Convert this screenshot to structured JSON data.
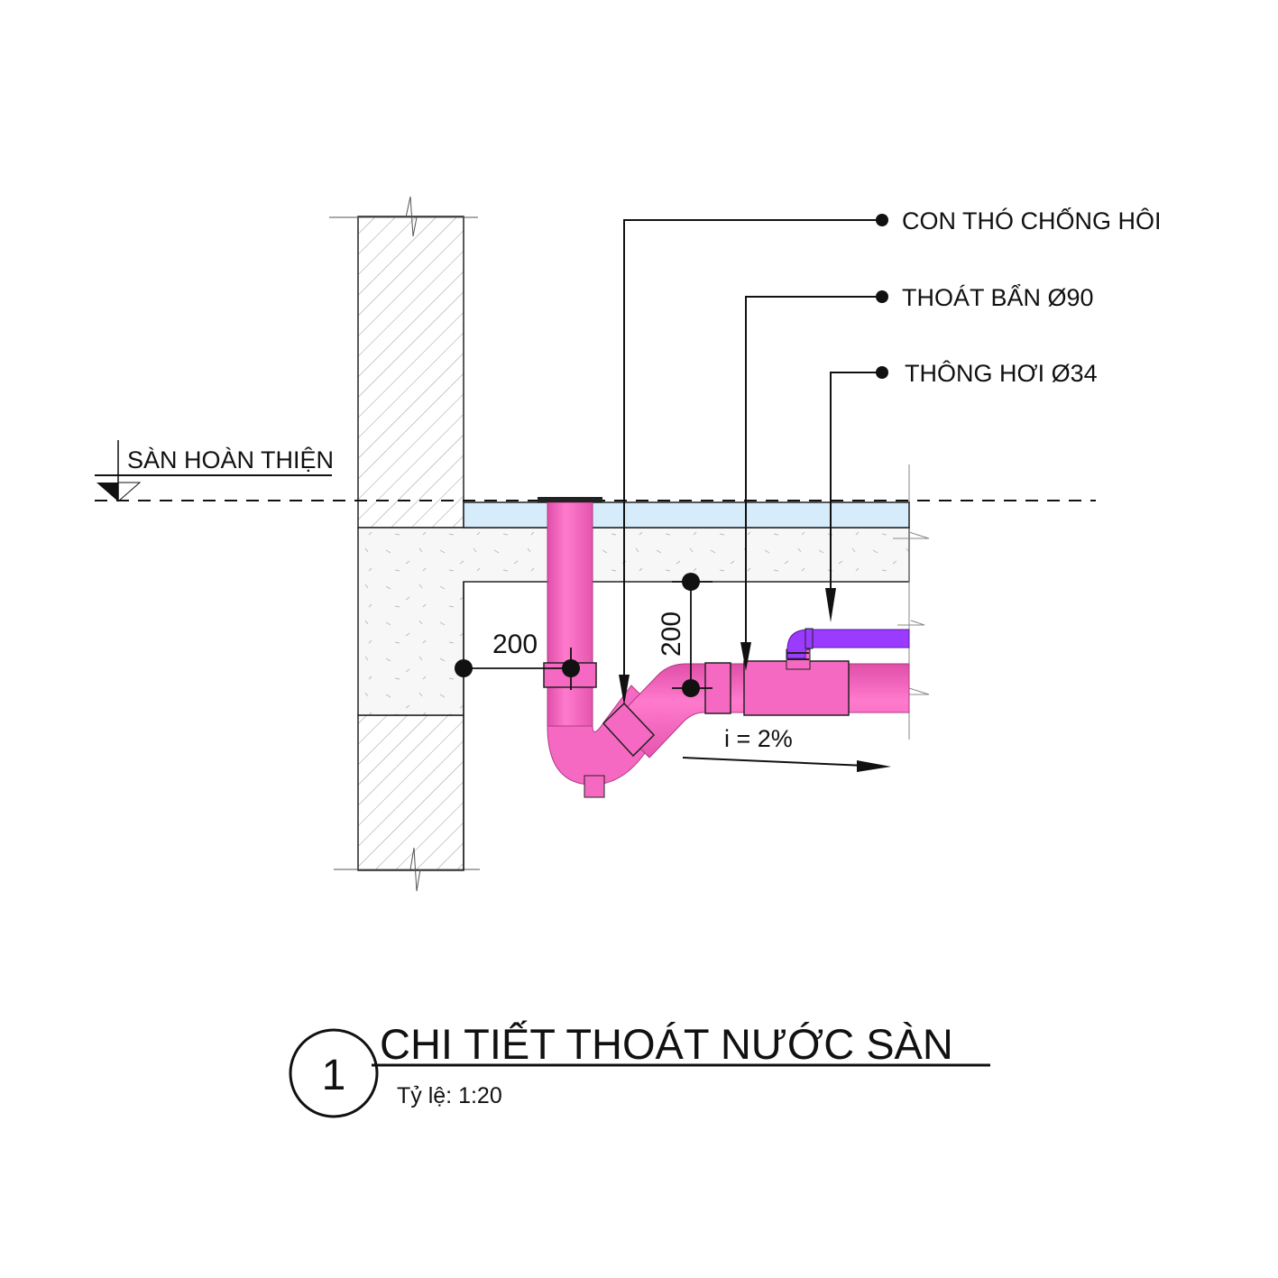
{
  "labels": {
    "trap": "CON THÓ CHỐNG HÔI",
    "drain": "THOÁT BẨN Ø90",
    "vent": "THÔNG HƠI Ø34",
    "floor_level": "SÀN HOÀN THIỆN",
    "dim_horizontal": "200",
    "dim_vertical": "200",
    "slope": "i = 2%"
  },
  "title": {
    "number": "1",
    "text": "CHI TIẾT THOÁT NƯỚC SÀN",
    "scale": "Tỷ lệ: 1:20"
  },
  "colors": {
    "pipe": "#ff6ec7",
    "vent_pipe": "#9b3bff",
    "floor_finish": "#d6ecfa"
  }
}
